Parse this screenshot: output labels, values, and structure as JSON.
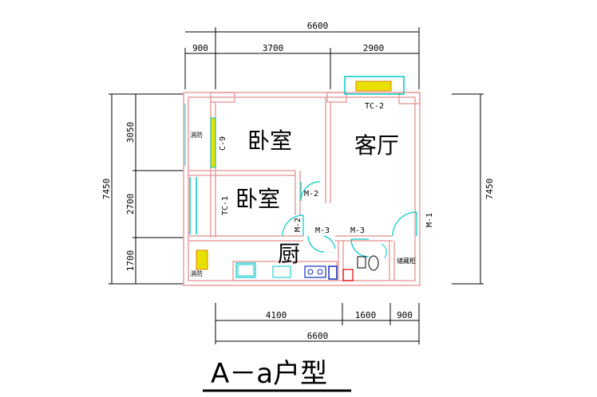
{
  "dimensions": {
    "top_total": "6600",
    "top_left": "900",
    "top_mid": "3700",
    "top_right": "2900",
    "bottom_left": "4100",
    "bottom_mid": "1600",
    "bottom_right": "900",
    "bottom_total": "6600",
    "left_total": "7450",
    "left_top": "3050",
    "left_mid": "2700",
    "left_bottom": "1700",
    "right_total": "7450"
  },
  "rooms": {
    "bedroom_1": "卧室",
    "bedroom_2": "卧室",
    "living_room": "客厅",
    "kitchen": "厨"
  },
  "tags": {
    "tc2": "TC-2",
    "c9": "C-9",
    "tc1": "TC-1",
    "m2_upper": "M-2",
    "m2_lower": "M-2",
    "m3_left": "M-3",
    "m3_right": "M-3",
    "m1": "M-1",
    "fire_upper": "消防",
    "fire_lower": "消防",
    "storage": "储藏柜"
  },
  "title": "A－a户型",
  "colors": {
    "wall": "#e8a0a0",
    "cyan": "#00c8c8",
    "yellow": "#e8e000",
    "blue": "#1030c0",
    "red": "#e00000",
    "dim_line": "#000000"
  }
}
